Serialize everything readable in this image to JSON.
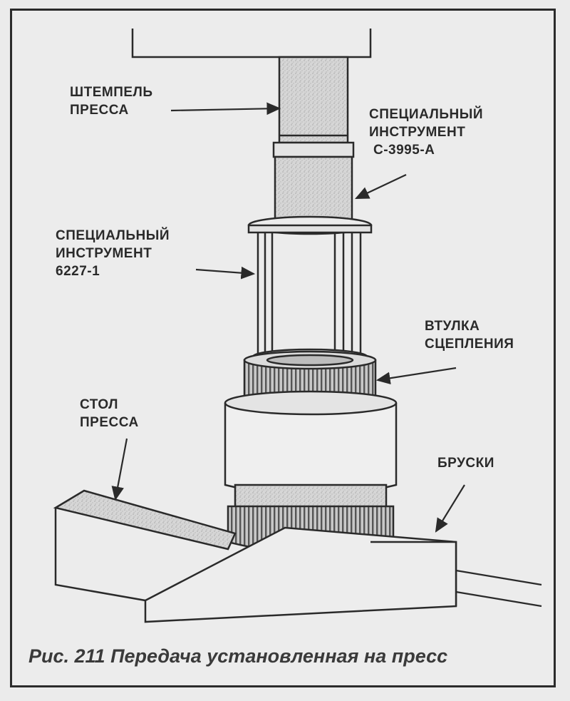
{
  "figure": {
    "caption": "Рис. 211 Передача установленная на пресс",
    "labels": {
      "press_ram": [
        "ШТЕМПЕЛЬ",
        "ПРЕССА"
      ],
      "tool_c3995a": [
        "СПЕЦИАЛЬНЫЙ",
        "ИНСТРУМЕНТ",
        "C-3995-A"
      ],
      "tool_6227": [
        "СПЕЦИАЛЬНЫЙ",
        "ИНСТРУМЕНТ",
        "6227-1"
      ],
      "clutch_sleeve": [
        "ВТУЛКА",
        "СЦЕПЛЕНИЯ"
      ],
      "press_table": [
        "СТОЛ",
        "ПРЕССА"
      ],
      "blocks": [
        "БРУСКИ"
      ]
    }
  }
}
